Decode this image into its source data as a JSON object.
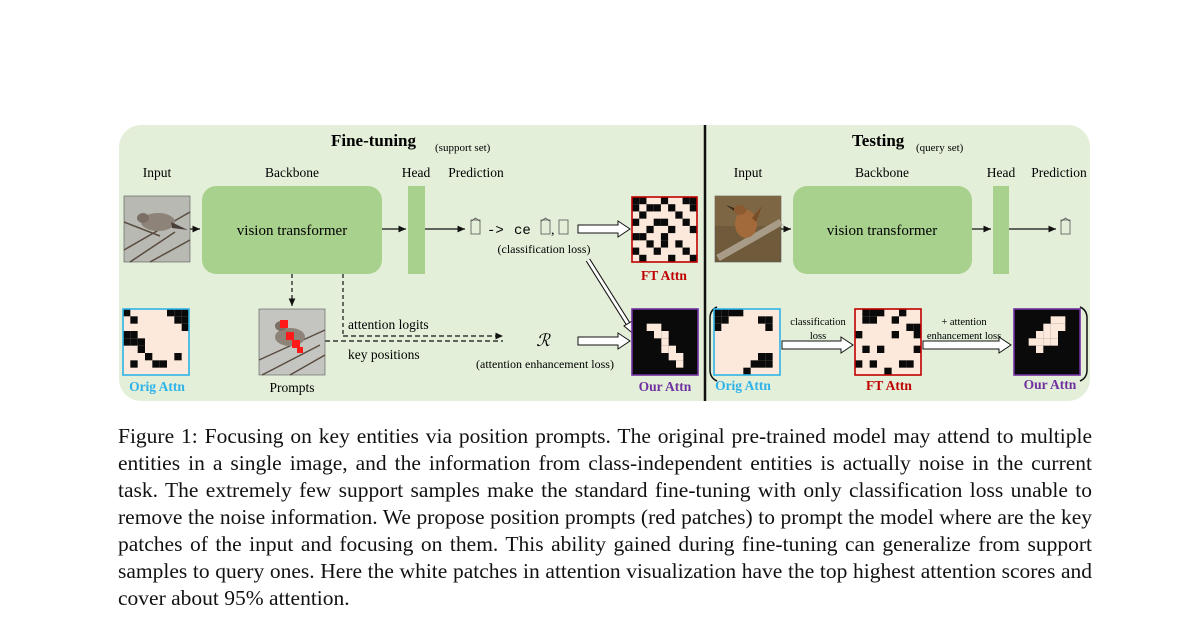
{
  "finetune": {
    "title": "Fine-tuning",
    "subtitle": "(support set)",
    "input": "Input",
    "backbone": "Backbone",
    "head": "Head",
    "prediction": "Prediction",
    "vit": "vision transformer",
    "ce": "ce",
    "cls_loss": "(classification loss)",
    "ft_attn": "FT Attn",
    "orig_attn": "Orig Attn",
    "prompts": "Prompts",
    "attn_logits": "attention logits",
    "key_positions": "key positions",
    "r_symbol": "ℛ",
    "attn_loss": "(attention enhancement loss)",
    "our_attn": "Our Attn"
  },
  "testing": {
    "title": "Testing",
    "subtitle": "(query set)",
    "input": "Input",
    "backbone": "Backbone",
    "head": "Head",
    "prediction": "Prediction",
    "vit": "vision transformer",
    "orig_attn": "Orig Attn",
    "ft_attn": "FT Attn",
    "our_attn": "Our Attn",
    "cls_loss_1": "classification",
    "cls_loss_2": "loss",
    "enh_loss_1": "+ attention",
    "enh_loss_2": "enhancement loss"
  },
  "colors": {
    "panel": "#e3efd9",
    "block": "#a9d18e",
    "orig_attn": "#2eb3e8",
    "ft_attn": "#c00000",
    "our_attn": "#7030a0",
    "patch_light": "#fce9dc",
    "patch_dark": "#0a0a0a"
  },
  "caption": "Figure 1: Focusing on key entities via position prompts. The original pre-trained model may attend to multiple entities in a single image, and the information from class-independent entities is actually noise in the current task. The extremely few support samples make the standard fine-tuning with only classification loss unable to remove the noise information. We propose position prompts (red patches) to prompt the model where are the key patches of the input and focusing on them. This ability gained during fine-tuning can generalize from support samples to query ones. Here the white patches in attention visualization have the top highest attention scores and cover about 95% attention."
}
